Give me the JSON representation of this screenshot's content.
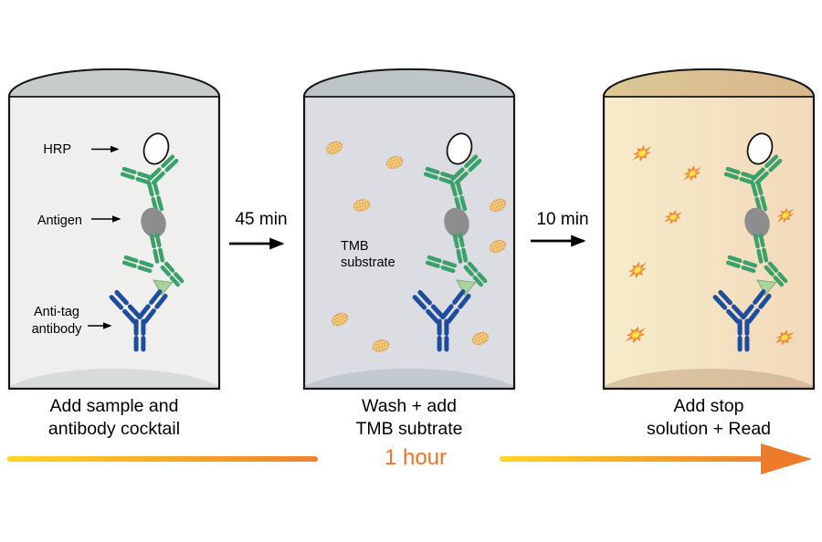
{
  "step1": {
    "caption1": "Add sample and",
    "caption2": "antibody cocktail",
    "label_hrp": "HRP",
    "label_antigen": "Antigen",
    "label_antitag_1": "Anti-tag",
    "label_antitag_2": "antibody"
  },
  "step2": {
    "caption1": "Wash + add",
    "caption2": "TMB subtrate",
    "label_tmb_1": "TMB",
    "label_tmb_2": "substrate"
  },
  "step3": {
    "caption1": "Add stop",
    "caption2": "solution + Read"
  },
  "transitions": {
    "step1_to_step2": "45 min",
    "step2_to_step3": "10 min"
  },
  "timeline": {
    "label": "1 hour"
  },
  "colors": {
    "detection_antibody_green": "#3ca06a",
    "anti_tag_antibody_blue": "#1f4d9d",
    "antigen_grey": "#8d8d8d",
    "tag_light_green": "#abd19e",
    "vessel1_body": "#eff0ee",
    "vessel1_lid": "#c6ccc9",
    "vessel2_body": "#dbdde2",
    "vessel2_lid": "#bec5c9",
    "vessel3_body_left": "#f6ecca",
    "vessel3_body_right": "#f2d9ba",
    "tmb_substrate_tan": "#f1ca80",
    "signal_burst_orange": "#ee7d28",
    "signal_burst_yellow": "#ffe14d",
    "timeline_yellow": "#ffd81f",
    "timeline_orange": "#ee7a2c"
  }
}
